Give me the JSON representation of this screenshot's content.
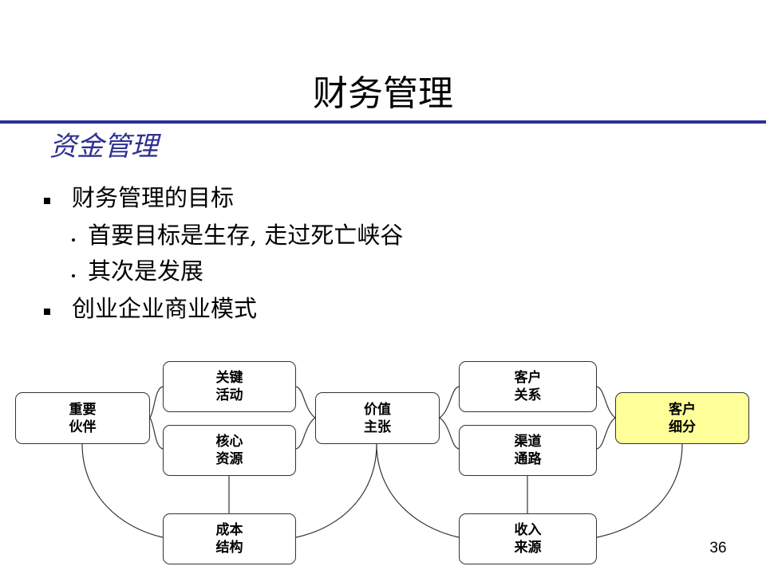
{
  "slide": {
    "title": "财务管理",
    "subtitle": "资金管理",
    "page_number": "36"
  },
  "bullets": [
    {
      "level": 1,
      "text": "财务管理的目标"
    },
    {
      "level": 2,
      "text": "首要目标是生存, 走过死亡峡谷"
    },
    {
      "level": 2,
      "text": "其次是发展"
    },
    {
      "level": 1,
      "text": "创业企业商业模式"
    }
  ],
  "diagram": {
    "nodes": {
      "key_partners": {
        "line1": "重要",
        "line2": "伙伴"
      },
      "key_activities": {
        "line1": "关键",
        "line2": "活动"
      },
      "key_resources": {
        "line1": "核心",
        "line2": "资源"
      },
      "value_proposition": {
        "line1": "价值",
        "line2": "主张"
      },
      "customer_relationships": {
        "line1": "客户",
        "line2": "关系"
      },
      "channels": {
        "line1": "渠道",
        "line2": "通路"
      },
      "customer_segments": {
        "line1": "客户",
        "line2": "细分"
      },
      "cost_structure": {
        "line1": "成本",
        "line2": "结构"
      },
      "revenue_streams": {
        "line1": "收入",
        "line2": "来源"
      }
    },
    "colors": {
      "highlight": "#ffff99",
      "rule": "#2e3192",
      "subtitle": "#2e3192",
      "border": "#333333"
    }
  }
}
